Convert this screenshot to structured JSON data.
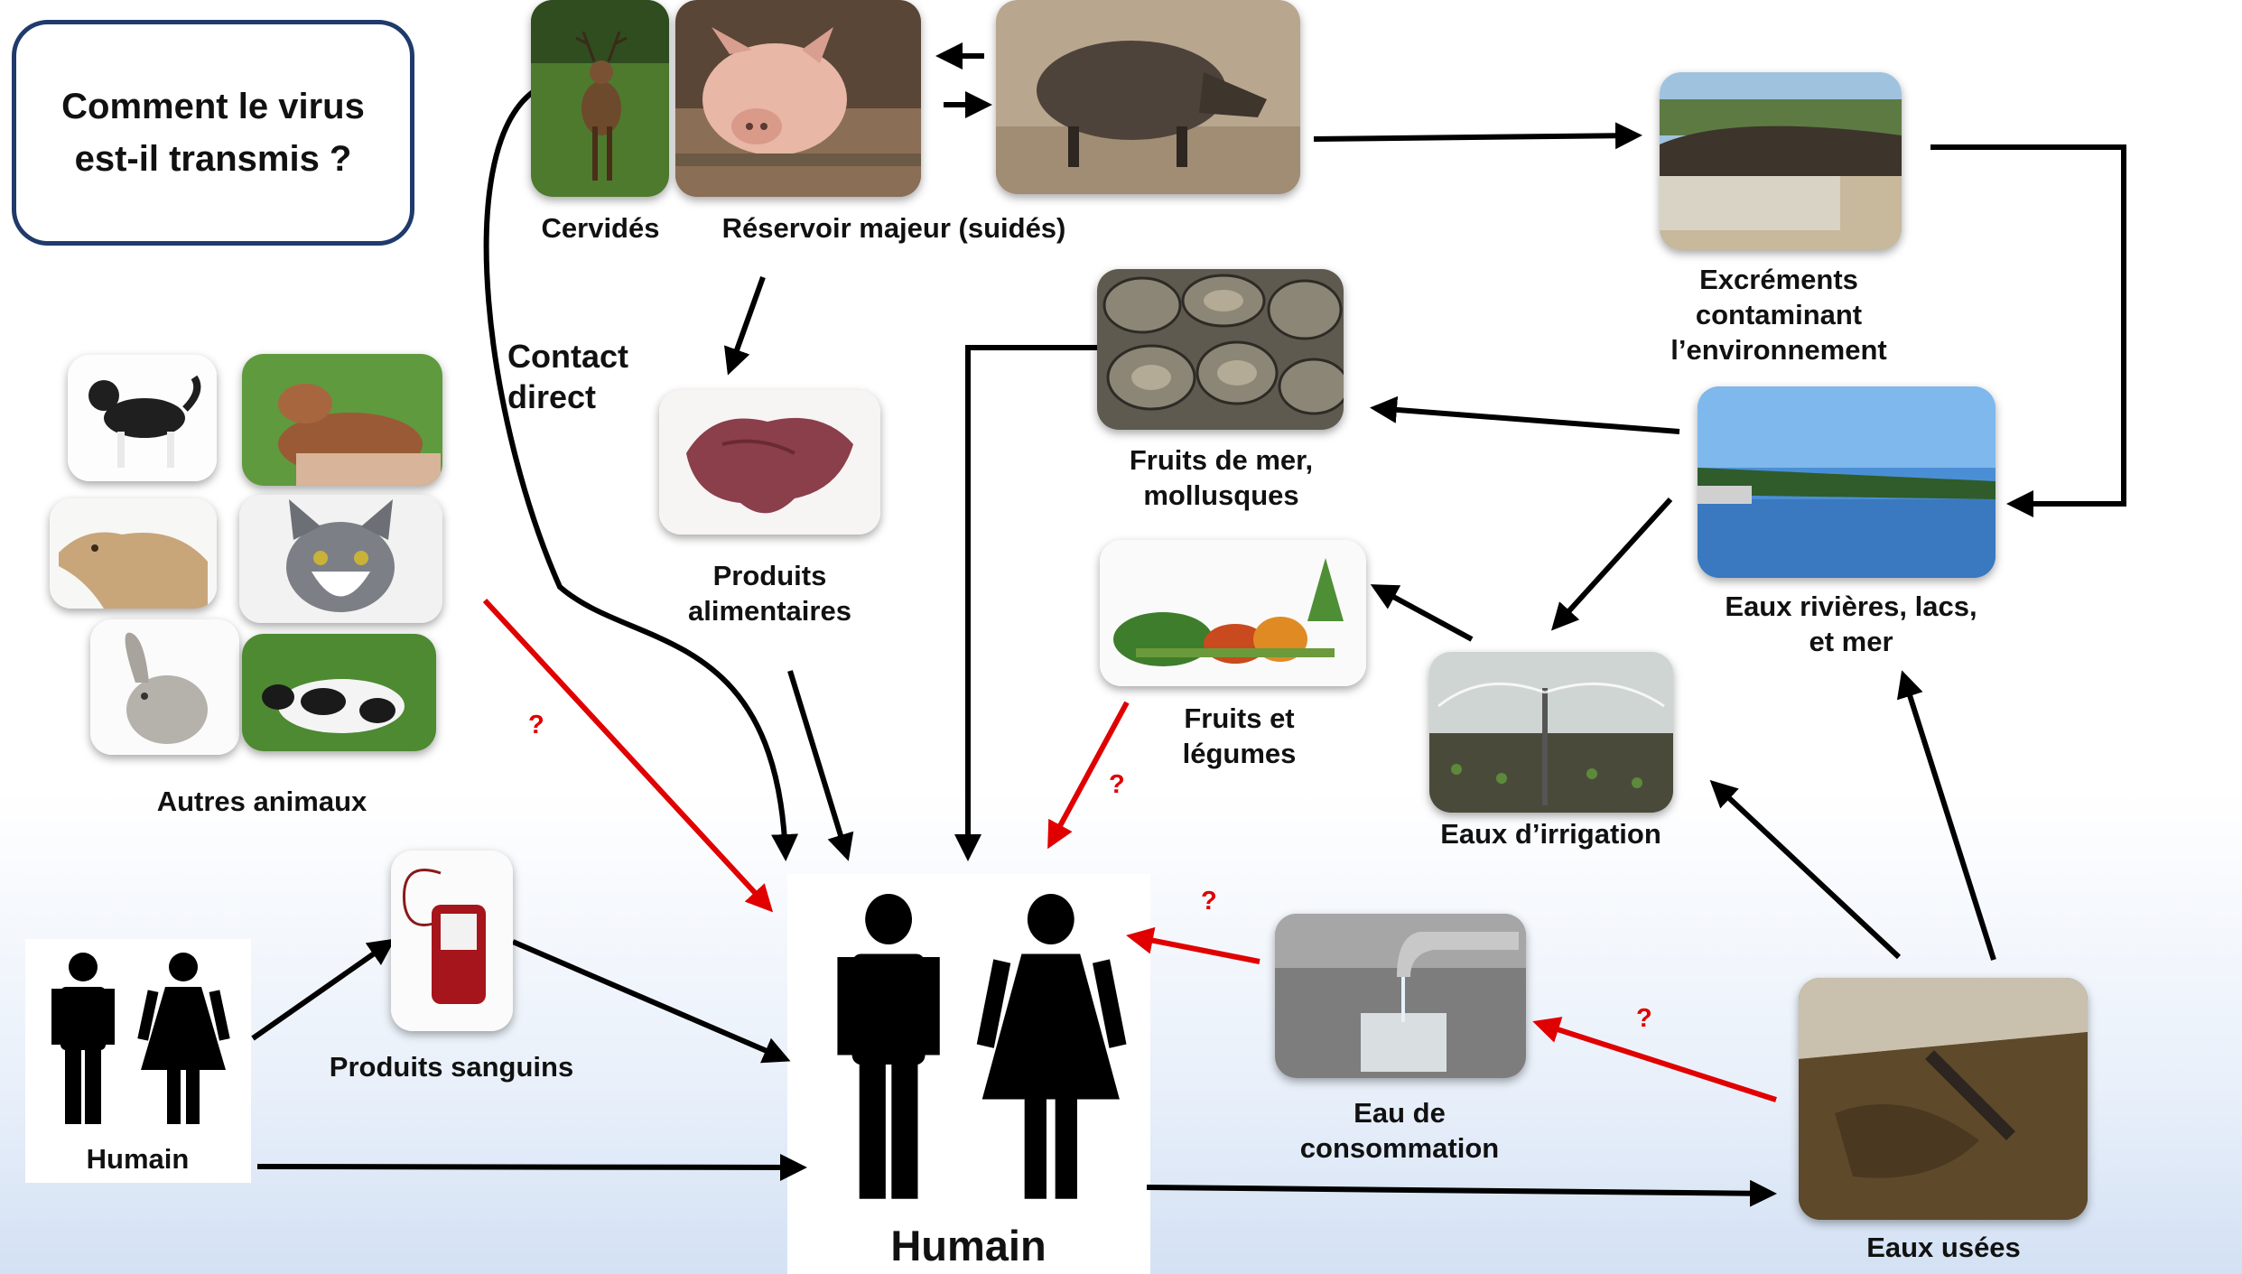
{
  "title": "Comment le virus\nest-il transmis ?",
  "labels": {
    "cervides": "Cervidés",
    "reservoir": "Réservoir majeur (suidés)",
    "contact": "Contact\ndirect",
    "produits_alimentaires": "Produits\nalimentaires",
    "fruits_mer": "Fruits de mer,\nmollusques",
    "excrements": "Excréments\ncontaminant\nl’environnement",
    "eaux_rivieres": "Eaux rivières, lacs,\net mer",
    "fruits_legumes": "Fruits et\nlégumes",
    "eaux_irrigation": "Eaux d’irrigation",
    "autres_animaux": "Autres animaux",
    "produits_sanguins": "Produits sanguins",
    "humain_small": "Humain",
    "humain_big": "Humain",
    "eau_consommation": "Eau de\nconsommation",
    "eaux_usees": "Eaux usées"
  },
  "question_mark": "?",
  "colors": {
    "frame": "#1f3a6b",
    "arrow_known": "#000000",
    "arrow_uncertain": "#e00000"
  },
  "icons": [
    "deer-photo",
    "pig-photo",
    "wild-boar-photo",
    "manure-photo",
    "oysters-photo",
    "liver-photo",
    "river-photo",
    "vegetables-photo",
    "sprinkler-photo",
    "tap-water-photo",
    "wastewater-photo",
    "blood-bag-photo",
    "dog-photo",
    "goat-photo",
    "camel-photo",
    "cat-photo",
    "rabbit-photo",
    "cow-photo",
    "man-woman-icon"
  ]
}
